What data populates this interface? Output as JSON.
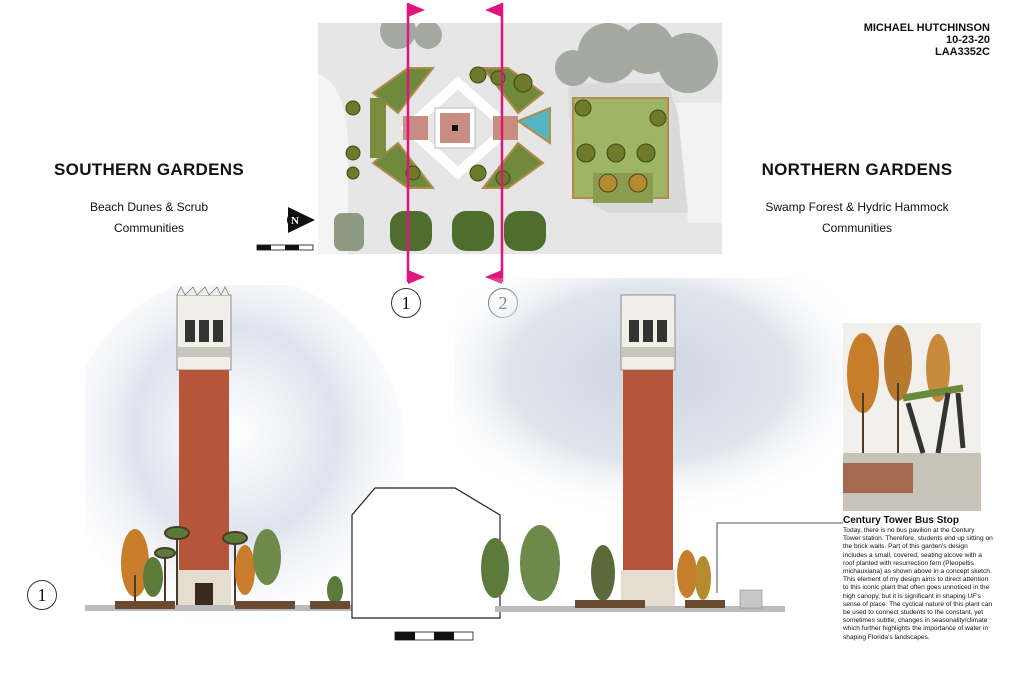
{
  "header": {
    "author": "MICHAEL HUTCHINSON",
    "date": "10-23-20",
    "course": "LAA3352C"
  },
  "southern": {
    "title": "SOUTHERN GARDENS",
    "subtitle_line1": "Beach Dunes & Scrub",
    "subtitle_line2": "Communities"
  },
  "northern": {
    "title": "NORTHERN GARDENS",
    "subtitle_line1": "Swamp Forest & Hydric Hammock",
    "subtitle_line2": "Communities"
  },
  "compass": {
    "label": "N"
  },
  "markers": {
    "one": "1",
    "two": "2"
  },
  "bus_stop": {
    "title": "Century Tower Bus Stop",
    "body": "Today, there is no bus pavilion at the Century Tower station. Therefore, students end up sitting on the brick walls. Part of this garden's design includes a small, covered, seating alcove with a roof planted with resurrection fern (Pleopeltis michauxiana) as shown above in a concept sketch. This element of my design aims to direct attention to this iconic plant that often goes unnoticed in the high canopy, but it is significant in shaping UF's sense of place. The cyclical nature of this plant can be used to connect students to the constant, yet sometimes subtle, changes in seasonality/climate which further highlights the importance of water in shaping Florida's landscapes."
  },
  "colors": {
    "section_line": "#e0147a",
    "brick": "#b5563a",
    "plaza": "#c98c80",
    "foliage": "#5f7a34",
    "autumn": "#c77d2a"
  }
}
